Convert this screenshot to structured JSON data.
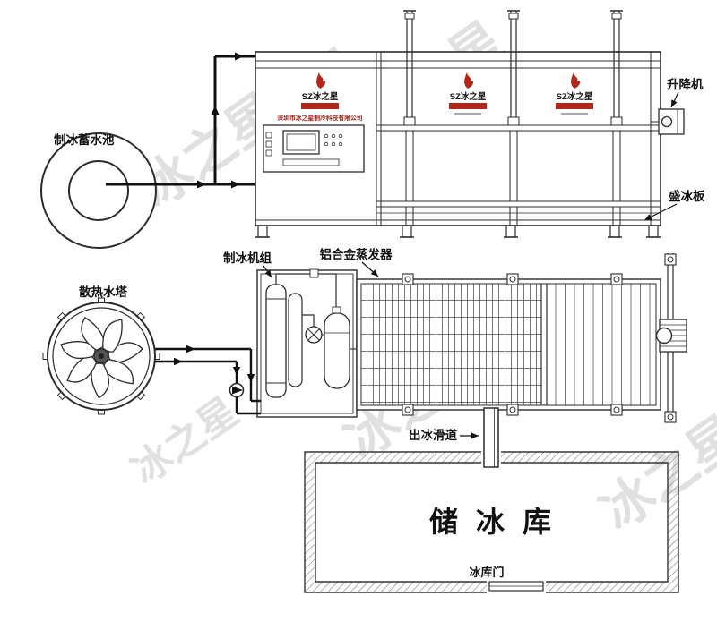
{
  "diagram": {
    "labels": {
      "water_pool": "制冰蓄水池",
      "cooling_tower": "散热水塔",
      "ice_machine_unit": "制冰机组",
      "evaporator": "铝合金蒸发器",
      "hoist": "升降机",
      "ice_tray": "盛冰板",
      "ice_slide": "出冰滑道",
      "ice_storage": "储冰库",
      "storage_door": "冰库门"
    },
    "brand": {
      "logo_text": "SZ冰之星",
      "company_name": "深圳市冰之星制冷科技有限公司"
    },
    "watermark_text": "冰之星"
  },
  "colors": {
    "line": "#2b2b2b",
    "accent_red": "#b3261a",
    "watermark": "#cdcdcd"
  }
}
